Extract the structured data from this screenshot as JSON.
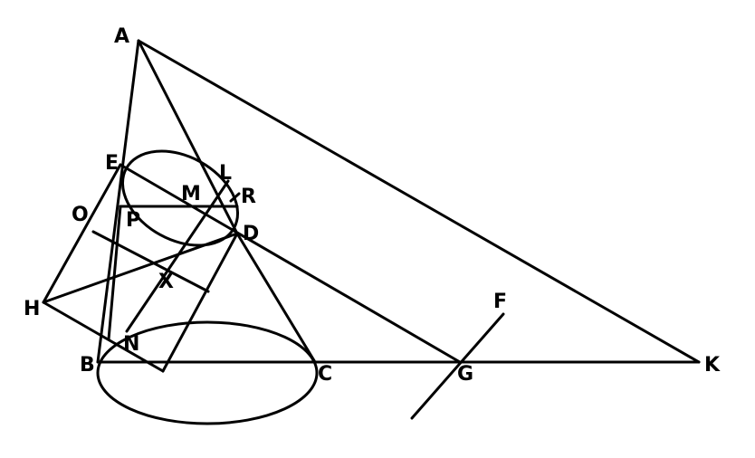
{
  "figure": {
    "labels": {
      "A": "A",
      "B": "B",
      "C": "C",
      "D": "D",
      "E": "E",
      "F": "F",
      "G": "G",
      "H": "H",
      "K": "K",
      "L": "L",
      "M": "M",
      "N": "N",
      "O": "O",
      "P": "P",
      "R": "R",
      "X": "X"
    },
    "colors": {
      "ink": "#000000",
      "paper": "#ffffff"
    }
  }
}
